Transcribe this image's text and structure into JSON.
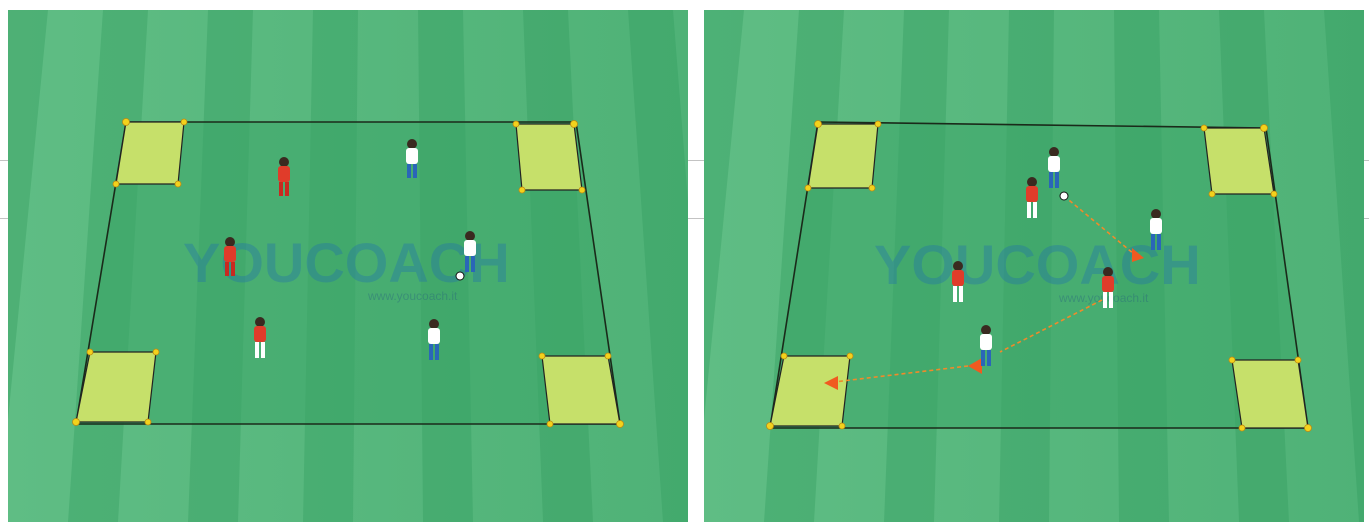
{
  "watermark": {
    "brand": "YOUCOACH",
    "url": "www.youcoach.it"
  },
  "colors": {
    "pitch_light": "#6cc48c",
    "pitch_dark": "#3fa86a",
    "zone_fill": "#c6e06a",
    "cone": "#f3d21c",
    "team_red": "#e03c2a",
    "team_white": "#ffffff",
    "team_white_shorts": "#2a66b8",
    "arrow": "#f08a2a"
  },
  "diagrams": [
    {
      "name": "setup",
      "description_visible": false
    },
    {
      "name": "play-sequence",
      "description_visible": false
    }
  ]
}
